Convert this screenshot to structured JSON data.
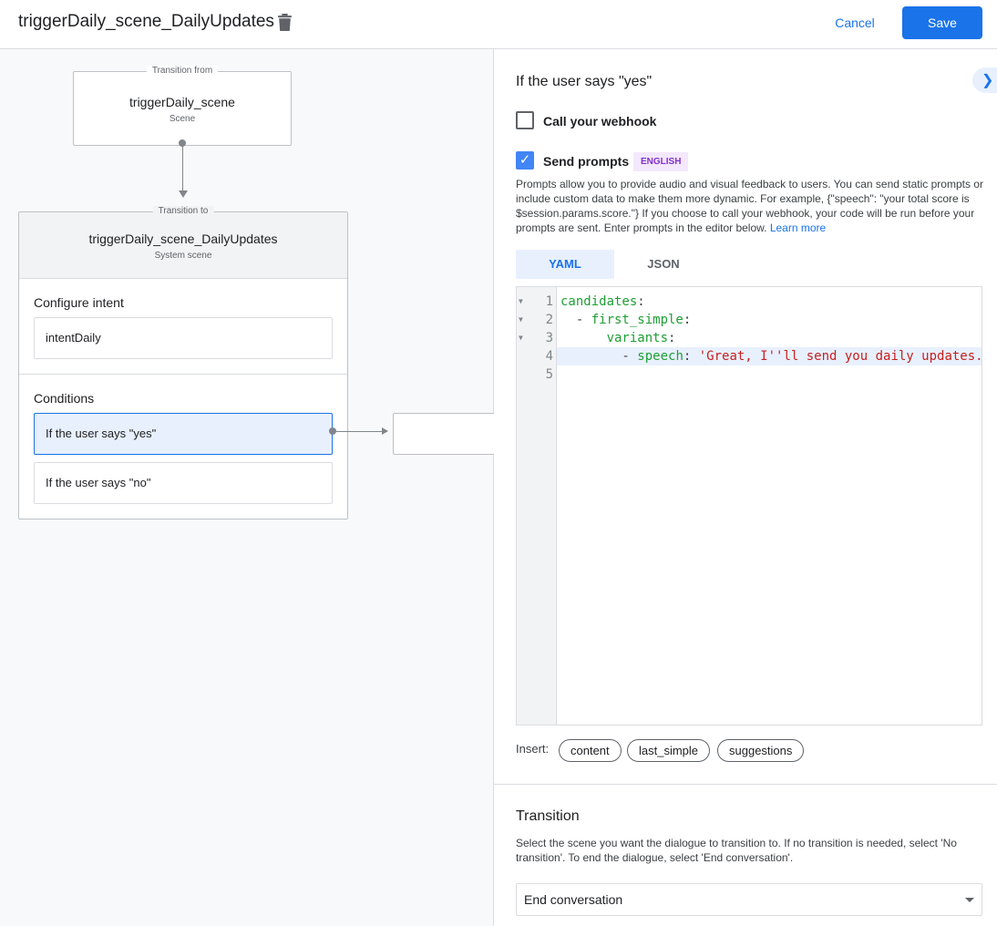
{
  "header": {
    "title": "triggerDaily_scene_DailyUpdates",
    "cancel_label": "Cancel",
    "save_label": "Save"
  },
  "canvas": {
    "from": {
      "legend": "Transition from",
      "name": "triggerDaily_scene",
      "type": "Scene"
    },
    "to": {
      "legend": "Transition to",
      "name": "triggerDaily_scene_DailyUpdates",
      "type": "System scene"
    },
    "configure_intent_title": "Configure intent",
    "intent": "intentDaily",
    "conditions_title": "Conditions",
    "conditions": [
      "If the user says \"yes\"",
      "If the user says \"no\""
    ]
  },
  "panel": {
    "title": "If the user says \"yes\"",
    "webhook_label": "Call your webhook",
    "webhook_checked": false,
    "prompts_label": "Send prompts",
    "prompts_checked": true,
    "language_badge": "ENGLISH",
    "description": "Prompts allow you to provide audio and visual feedback to users. You can send static prompts or include custom data to make them more dynamic. For example, {\"speech\": \"your total score is $session.params.score.\"} If you choose to call your webhook, your code will be run before your prompts are sent. Enter prompts in the editor below.",
    "learn_more": "Learn more",
    "tabs": [
      "YAML",
      "JSON"
    ],
    "active_tab": "YAML",
    "code_lines": [
      {
        "n": "1",
        "indent": "",
        "key": "candidates",
        "sep": ":",
        "val": ""
      },
      {
        "n": "2",
        "indent": "  - ",
        "key": "first_simple",
        "sep": ":",
        "val": ""
      },
      {
        "n": "3",
        "indent": "      ",
        "key": "variants",
        "sep": ":",
        "val": ""
      },
      {
        "n": "4",
        "indent": "        - ",
        "key": "speech",
        "sep": ": ",
        "val": "'Great, I''ll send you daily updates."
      },
      {
        "n": "5",
        "indent": "",
        "key": "",
        "sep": "",
        "val": ""
      }
    ],
    "insert_label": "Insert:",
    "insert_chips": [
      "content",
      "last_simple",
      "suggestions"
    ],
    "transition_title": "Transition",
    "transition_desc": "Select the scene you want the dialogue to transition to. If no transition is needed, select 'No transition'. To end the dialogue, select 'End conversation'.",
    "transition_value": "End conversation"
  },
  "colors": {
    "accent": "#1a73e8",
    "yaml_key": "#1e9e34",
    "yaml_string": "#c5221f",
    "badge": "#8430ce"
  }
}
